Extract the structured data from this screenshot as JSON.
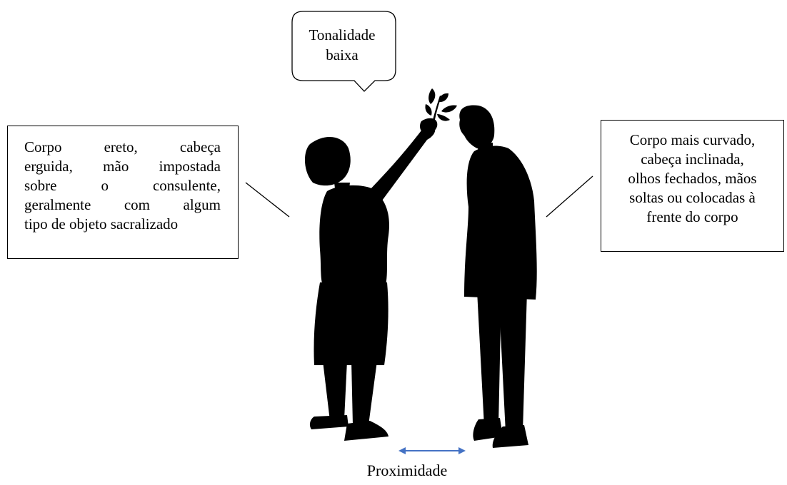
{
  "bubble": {
    "line1": "Tonalidade",
    "line2": "baixa"
  },
  "left_box": {
    "lines": [
      [
        "Corpo",
        "ereto,",
        "cabeça"
      ],
      [
        "erguida,",
        "mão",
        "impostada"
      ],
      [
        "sobre",
        "o",
        "consulente,"
      ],
      [
        "geralmente",
        "com",
        "algum"
      ],
      [
        "tipo de objeto sacralizado"
      ]
    ]
  },
  "right_box": {
    "lines": [
      "Corpo mais curvado,",
      "cabeça inclinada,",
      "olhos fechados, mãos",
      "soltas ou colocadas à",
      "frente do corpo"
    ]
  },
  "proximity": {
    "label": "Proximidade",
    "arrow_color": "#4472c4"
  },
  "colors": {
    "silhouette": "#000000",
    "background": "#ffffff"
  }
}
